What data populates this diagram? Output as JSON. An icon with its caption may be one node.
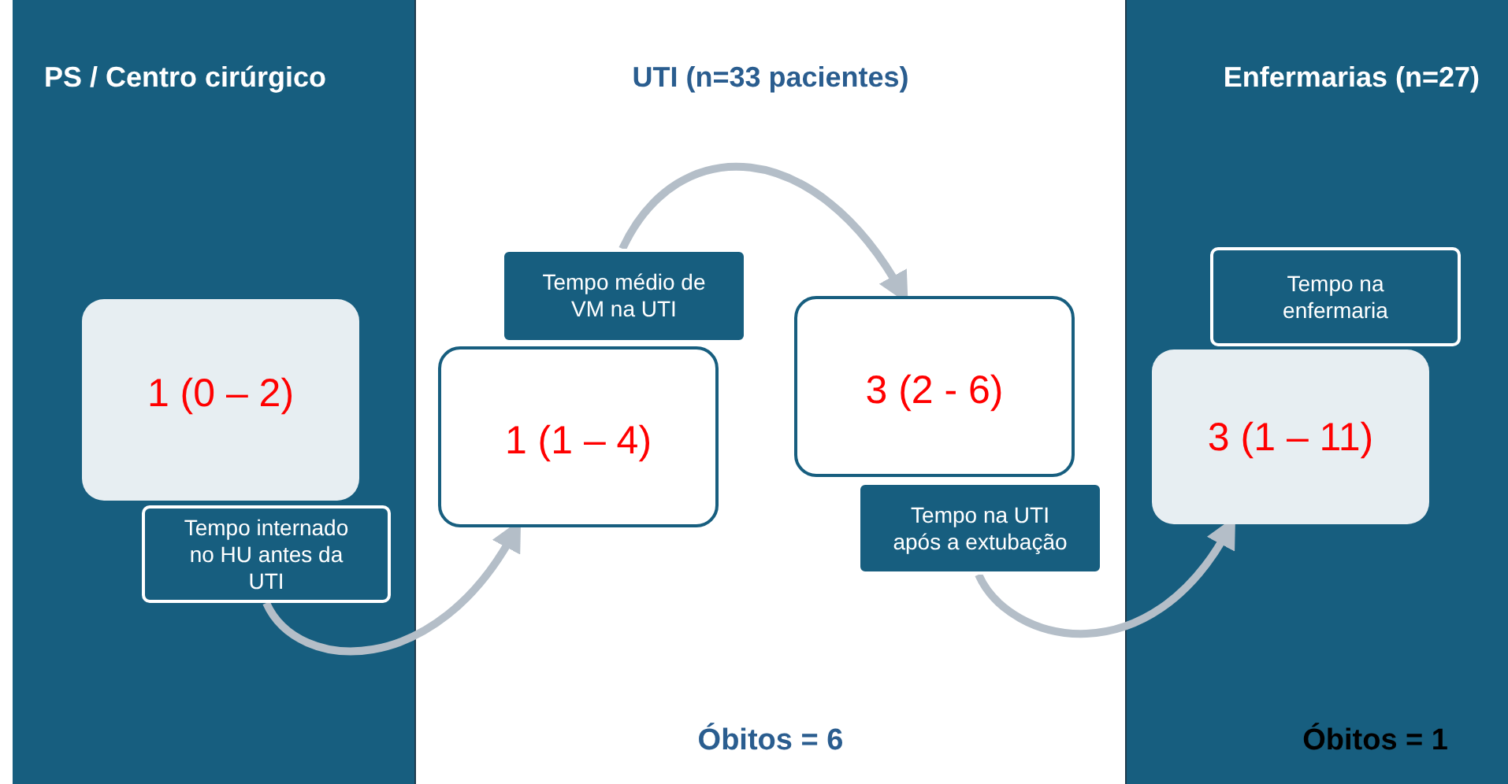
{
  "diagram": {
    "nodes": [
      {
        "text": [
          "PS / Centro cirúrgico"
        ]
      },
      {
        "text": [
          "1 (0 – 2)"
        ],
        "in": 0
      },
      {
        "text": [
          "Tempo internado no HU antes da UTI"
        ],
        "in": 0
      },
      {
        "text": [
          "UTI (n=33 pacientes)",
          "Óbitos = 6"
        ]
      },
      {
        "text": [
          "Tempo médio de VM na UTI"
        ],
        "in": 3
      },
      {
        "text": [
          "1 (1 – 4)"
        ],
        "in": 3
      },
      {
        "text": [
          "3 (2 - 6)"
        ],
        "in": 3
      },
      {
        "text": [
          "Tempo na UTI após a extubação"
        ],
        "in": 3
      },
      {
        "text": [
          "Enfermarias (n=27)",
          "Óbitos = 1"
        ]
      },
      {
        "text": [
          "Tempo na enfermaria"
        ],
        "in": 8
      },
      {
        "text": [
          "3 (1 – 11)"
        ],
        "in": 8
      }
    ],
    "edges": [
      {
        "from": 2,
        "to": 5,
        "arrow": "to"
      },
      {
        "from": 4,
        "to": 6,
        "arrow": "to"
      },
      {
        "from": 7,
        "to": 10,
        "arrow": "to"
      }
    ]
  }
}
